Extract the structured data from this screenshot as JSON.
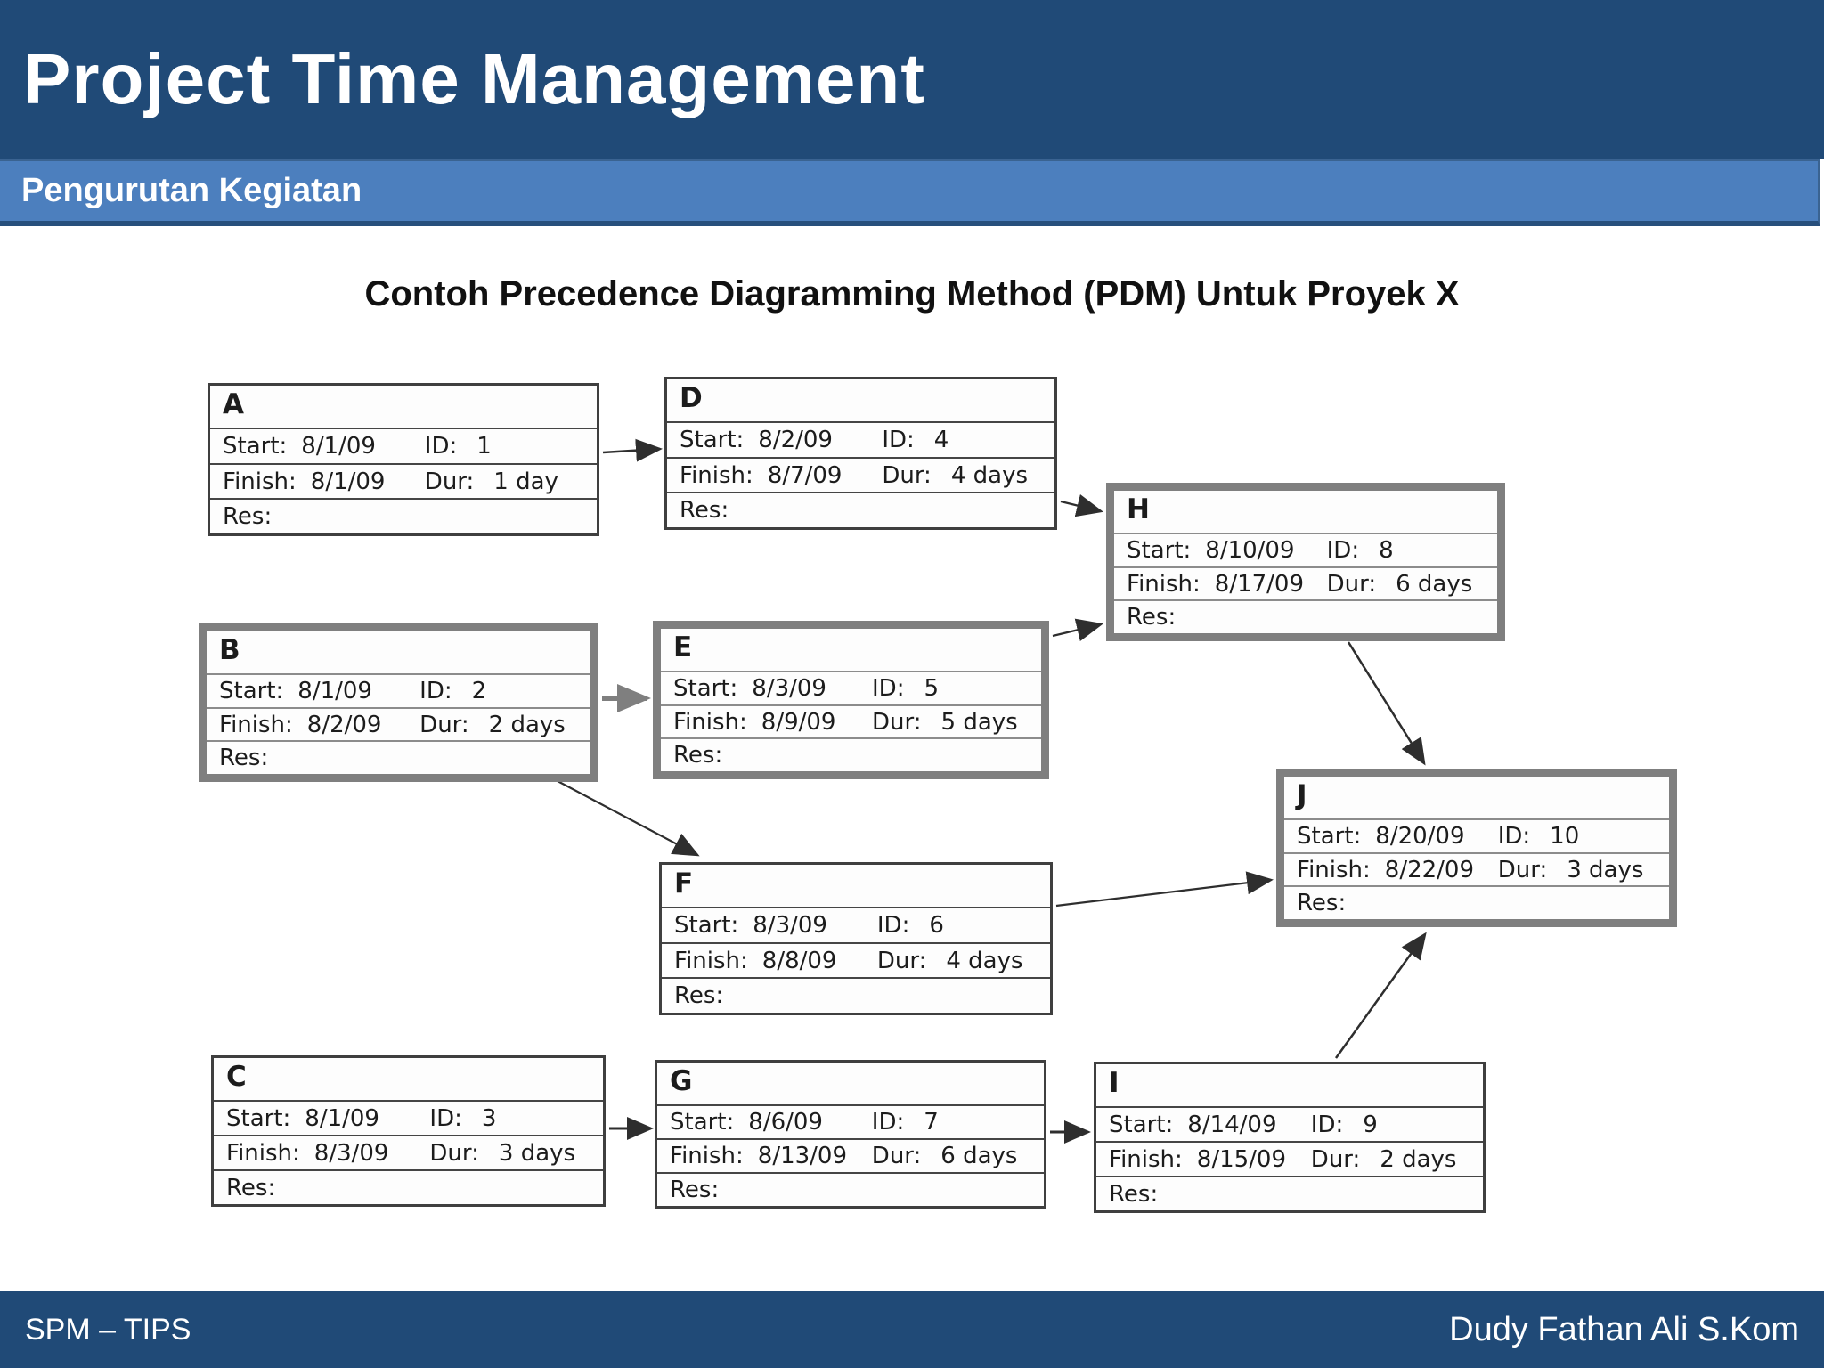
{
  "slide": {
    "title": "Project Time Management",
    "subtitle": "Pengurutan Kegiatan",
    "diagram_title": "Contoh Precedence Diagramming Method (PDM) Untuk Proyek X",
    "footer_left": "SPM – TIPS",
    "footer_right": "Dudy Fathan Ali S.Kom"
  },
  "colors": {
    "header_bg": "#204A77",
    "subheader_bg": "#4C7FBE",
    "subheader_border": "#274F7C",
    "footer_bg": "#204A77",
    "node_border_thin": "#3F3F3F",
    "node_border_thick": "#7F7F7F",
    "arrow_black": "#2E2E2E",
    "arrow_gray": "#7F7F7F",
    "text": "#1C1C1C"
  },
  "labels": {
    "start": "Start:",
    "finish": "Finish:",
    "id": "ID:",
    "dur": "Dur:",
    "res": "Res:"
  },
  "nodes": [
    {
      "name": "A",
      "start": "8/1/09",
      "id": "1",
      "finish": "8/1/09",
      "dur": "1 day",
      "emphasis": false
    },
    {
      "name": "B",
      "start": "8/1/09",
      "id": "2",
      "finish": "8/2/09",
      "dur": "2 days",
      "emphasis": true
    },
    {
      "name": "C",
      "start": "8/1/09",
      "id": "3",
      "finish": "8/3/09",
      "dur": "3 days",
      "emphasis": false
    },
    {
      "name": "D",
      "start": "8/2/09",
      "id": "4",
      "finish": "8/7/09",
      "dur": "4 days",
      "emphasis": false
    },
    {
      "name": "E",
      "start": "8/3/09",
      "id": "5",
      "finish": "8/9/09",
      "dur": "5 days",
      "emphasis": true
    },
    {
      "name": "F",
      "start": "8/3/09",
      "id": "6",
      "finish": "8/8/09",
      "dur": "4 days",
      "emphasis": false
    },
    {
      "name": "G",
      "start": "8/6/09",
      "id": "7",
      "finish": "8/13/09",
      "dur": "6 days",
      "emphasis": false
    },
    {
      "name": "H",
      "start": "8/10/09",
      "id": "8",
      "finish": "8/17/09",
      "dur": "6 days",
      "emphasis": true
    },
    {
      "name": "I",
      "start": "8/14/09",
      "id": "9",
      "finish": "8/15/09",
      "dur": "2 days",
      "emphasis": false
    },
    {
      "name": "J",
      "start": "8/20/09",
      "id": "10",
      "finish": "8/22/09",
      "dur": "3 days",
      "emphasis": true
    }
  ],
  "edges": [
    {
      "from": "A",
      "to": "D"
    },
    {
      "from": "B",
      "to": "E"
    },
    {
      "from": "B",
      "to": "F"
    },
    {
      "from": "C",
      "to": "G"
    },
    {
      "from": "D",
      "to": "H"
    },
    {
      "from": "E",
      "to": "H"
    },
    {
      "from": "F",
      "to": "J"
    },
    {
      "from": "G",
      "to": "I"
    },
    {
      "from": "H",
      "to": "J"
    },
    {
      "from": "I",
      "to": "J"
    }
  ]
}
